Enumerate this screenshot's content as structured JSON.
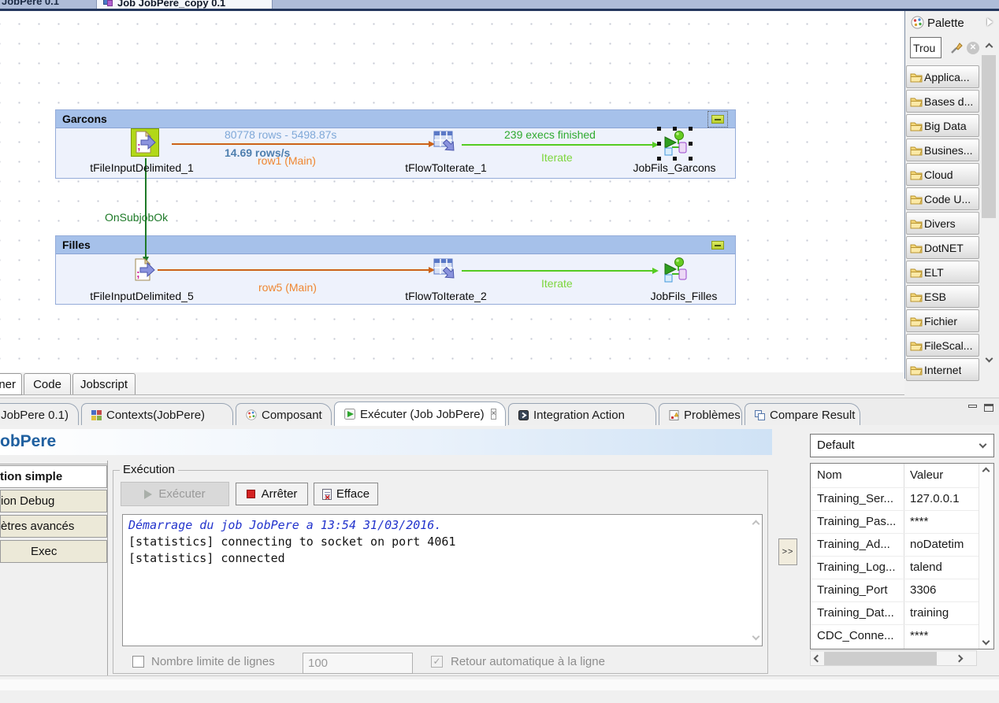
{
  "editor_tabs": {
    "background_tab": "JobPere 0.1",
    "active_tab": "Job JobPere_copy 0.1"
  },
  "canvas": {
    "onsubjobok_label": "OnSubjobOk",
    "garcons": {
      "title": "Garcons",
      "input_component": "tFileInputDelimited_1",
      "iterate_component": "tFlowToIterate_1",
      "job_component": "JobFils_Garcons",
      "rows_stat": "80778 rows - 5498.87s",
      "rate_stat": "14.69 rows/s",
      "row_link": "row1 (Main)",
      "execs_stat": "239 execs finished",
      "iterate_link": "Iterate"
    },
    "filles": {
      "title": "Filles",
      "input_component": "tFileInputDelimited_5",
      "iterate_component": "tFlowToIterate_2",
      "job_component": "JobFils_Filles",
      "row_link": "row5 (Main)",
      "iterate_link": "Iterate"
    }
  },
  "palette": {
    "title": "Palette",
    "search_value": "Trou",
    "categories": [
      "Applica...",
      "Bases d...",
      "Big Data",
      "Busines...",
      "Cloud",
      "Code U...",
      "Divers",
      "DotNET",
      "ELT",
      "ESB",
      "Fichier",
      "FileScal...",
      "Internet"
    ]
  },
  "code_tabs": {
    "tab_partial": "ner",
    "tab_code": "Code",
    "tab_jobscript": "Jobscript"
  },
  "bottom_tabs": {
    "job": "JobPere 0.1)",
    "contexts": "Contexts(JobPere)",
    "composant": "Composant",
    "executer": "Exécuter (Job JobPere)",
    "integration": "Integration Action",
    "problemes": "Problèmes",
    "compare": "Compare Result"
  },
  "run_view": {
    "title": "obPere",
    "sidebar": [
      "tion simple",
      "ion Debug",
      "ètres avancés",
      "Exec"
    ],
    "exec_group": "Exécution",
    "buttons": {
      "run": "Exécuter",
      "stop": "Arrêter",
      "clear": "Efface"
    },
    "console": {
      "lines": [
        {
          "text": "Démarrage du job JobPere a 13:54 31/03/2016.",
          "style": "line-info"
        },
        {
          "text": "[statistics] connecting to socket on port 4061",
          "style": "line-plain"
        },
        {
          "text": "[statistics] connected",
          "style": "line-plain"
        }
      ]
    },
    "options": {
      "limit_label": "Nombre limite de lignes",
      "limit_value": "100",
      "wrap_label": "Retour automatique à la ligne"
    },
    "expand_button": ">>"
  },
  "context_panel": {
    "combo_value": "Default",
    "table": {
      "headers": [
        "Nom",
        "Valeur"
      ],
      "rows": [
        {
          "name": "Training_Ser...",
          "value": "127.0.0.1"
        },
        {
          "name": "Training_Pas...",
          "value": "****"
        },
        {
          "name": "Training_Ad...",
          "value": "noDatetim"
        },
        {
          "name": "Training_Log...",
          "value": "talend"
        },
        {
          "name": "Training_Port",
          "value": "3306"
        },
        {
          "name": "Training_Dat...",
          "value": "training"
        },
        {
          "name": "CDC_Conne...",
          "value": "****"
        }
      ]
    }
  },
  "colors": {
    "subjob_header": "#a6c1ea",
    "subjob_body": "#eef2fc",
    "row_link_line": "#cc6318",
    "row_link_label": "#ef8630",
    "iterate_line": "#55cc22",
    "iterate_label": "#7cd63c",
    "stat_blue": "#7fa8d8",
    "stat_blue_bold": "#4e7fae",
    "stat_green": "#2faa2f",
    "trigger_green": "#1e7a28",
    "title_blue": "#2060a0"
  }
}
